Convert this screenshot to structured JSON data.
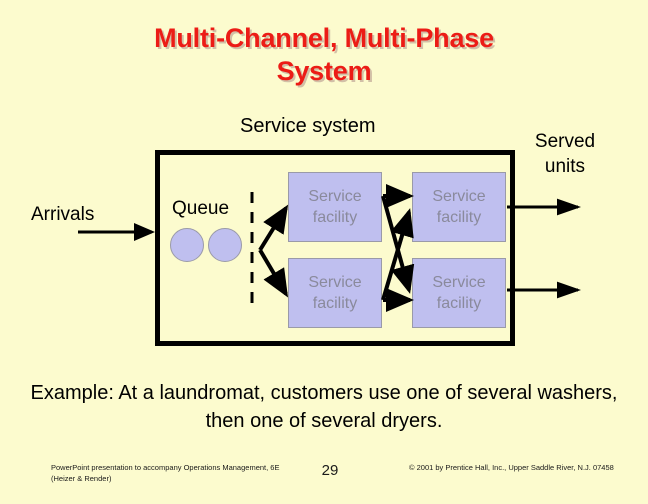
{
  "slide": {
    "background_color": "#FCFBCE",
    "title": "Multi-Channel, Multi-Phase\nSystem",
    "title_color": "#EC1C16"
  },
  "diagram": {
    "service_system_label": "Service system",
    "arrivals_label": "Arrivals",
    "queue_label": "Queue",
    "served_units_label": "Served\nunits",
    "facility_label_line1": "Service",
    "facility_label_line2": "facility",
    "facilities": [
      {
        "id": "facility-1",
        "line1": "Service",
        "line2": "facility"
      },
      {
        "id": "facility-2",
        "line1": "Service",
        "line2": "facility"
      },
      {
        "id": "facility-3",
        "line1": "Service",
        "line2": "facility"
      },
      {
        "id": "facility-4",
        "line1": "Service",
        "line2": "facility"
      }
    ],
    "queue_units": 2,
    "facility_fill_color": "#BFBFEF",
    "facility_border_color": "#9A9AA8",
    "facility_text_color": "#8A8A9C",
    "box_border_color": "#000000"
  },
  "example": {
    "text": "Example: At a laundromat, customers use one of several washers, then one of several dryers."
  },
  "footer": {
    "left": "PowerPoint presentation to accompany Operations Management, 6E (Heizer & Render)",
    "page_number": "29",
    "right": "© 2001 by Prentice Hall, Inc., Upper Saddle River, N.J. 07458"
  }
}
